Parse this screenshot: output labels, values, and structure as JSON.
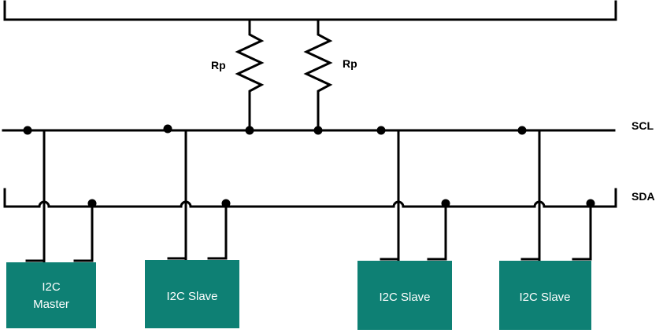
{
  "labels": {
    "rp_left": "Rp",
    "rp_right": "Rp",
    "scl": "SCL",
    "sda": "SDA"
  },
  "devices": [
    {
      "name": "i2c-master",
      "lines": [
        "I2C",
        "Master"
      ]
    },
    {
      "name": "i2c-slave-1",
      "lines": [
        "I2C Slave"
      ]
    },
    {
      "name": "i2c-slave-2",
      "lines": [
        "I2C Slave"
      ]
    },
    {
      "name": "i2c-slave-3",
      "lines": [
        "I2C Slave"
      ]
    }
  ],
  "colors": {
    "wire": "#000000",
    "device_fill": "#0e8074",
    "device_text": "#ffffff",
    "background": "#ffffff"
  }
}
